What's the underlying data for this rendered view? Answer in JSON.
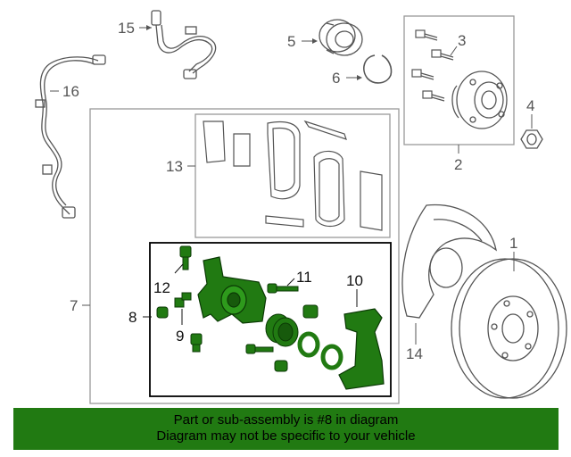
{
  "diagram": {
    "callouts": [
      "1",
      "2",
      "3",
      "4",
      "5",
      "6",
      "7",
      "8",
      "9",
      "10",
      "11",
      "12",
      "13",
      "14",
      "15",
      "16"
    ],
    "colors": {
      "highlight": "#217a12",
      "line": "#555555",
      "box": "#999999",
      "highlight_box": "#000000"
    }
  },
  "banner": {
    "line1": "Part or sub-assembly is #8 in diagram",
    "line2": "Diagram may not be specific to your vehicle",
    "background": "#217a12"
  }
}
